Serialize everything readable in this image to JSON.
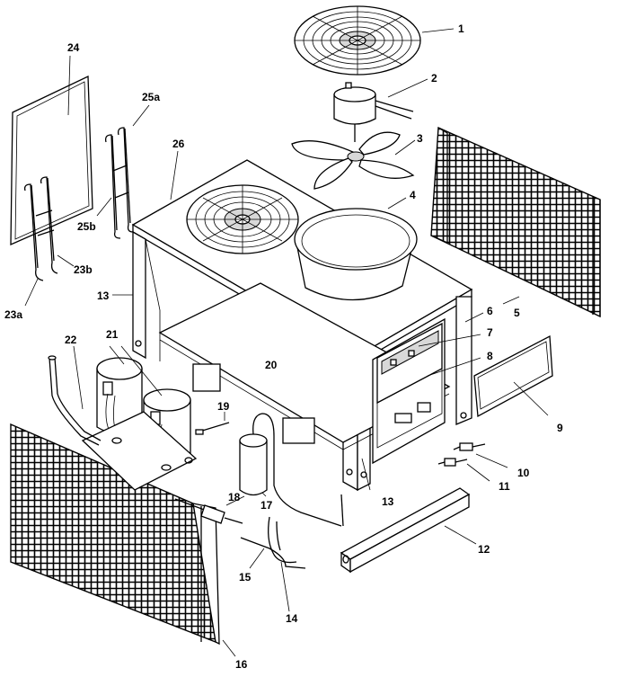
{
  "diagram": {
    "labels": {
      "l1": "1",
      "l2": "2",
      "l3": "3",
      "l4": "4",
      "l5": "5",
      "l6": "6",
      "l7": "7",
      "l8": "8",
      "l9": "9",
      "l10": "10",
      "l11": "11",
      "l12": "12",
      "l13a": "13",
      "l13b": "13",
      "l14": "14",
      "l15": "15",
      "l16": "16",
      "l17": "17",
      "l18": "18",
      "l19": "19",
      "l20": "20",
      "l21": "21",
      "l22": "22",
      "l23a": "23a",
      "l23b": "23b",
      "l24": "24",
      "l25a": "25a",
      "l25b": "25b",
      "l26": "26"
    },
    "colors": {
      "line": "#000000",
      "background": "#ffffff",
      "shade": "#d8d8d8"
    }
  }
}
